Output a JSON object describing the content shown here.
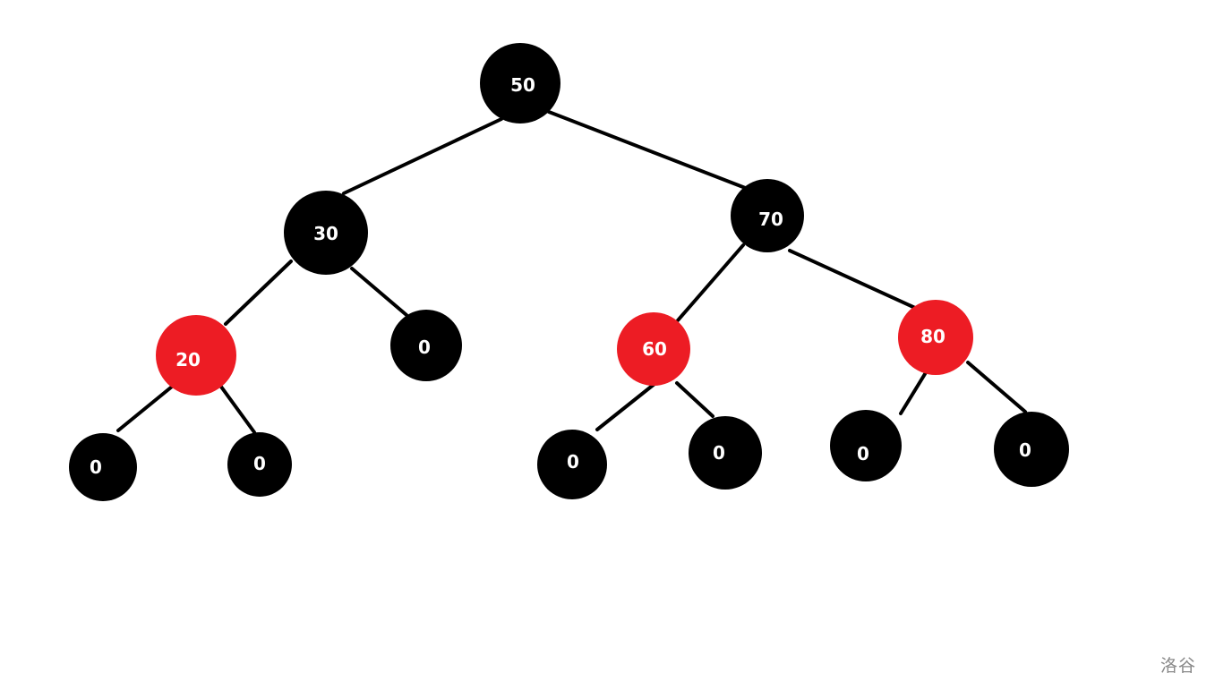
{
  "colors": {
    "black_node": "#000000",
    "red_node": "#ed1c24",
    "edge": "#000000",
    "label": "#ffffff"
  },
  "tree": {
    "nodes": [
      {
        "id": "n50",
        "label": "50",
        "color": "black"
      },
      {
        "id": "n30",
        "label": "30",
        "color": "black"
      },
      {
        "id": "n70",
        "label": "70",
        "color": "black"
      },
      {
        "id": "n20",
        "label": "20",
        "color": "red"
      },
      {
        "id": "n0a",
        "label": "0",
        "color": "black"
      },
      {
        "id": "n60",
        "label": "60",
        "color": "red"
      },
      {
        "id": "n80",
        "label": "80",
        "color": "red"
      },
      {
        "id": "n0b",
        "label": "0",
        "color": "black"
      },
      {
        "id": "n0c",
        "label": "0",
        "color": "black"
      },
      {
        "id": "n0d",
        "label": "0",
        "color": "black"
      },
      {
        "id": "n0e",
        "label": "0",
        "color": "black"
      },
      {
        "id": "n0f",
        "label": "0",
        "color": "black"
      },
      {
        "id": "n0g",
        "label": "0",
        "color": "black"
      }
    ],
    "edges": [
      {
        "from": "n50",
        "to": "n30"
      },
      {
        "from": "n50",
        "to": "n70"
      },
      {
        "from": "n30",
        "to": "n20"
      },
      {
        "from": "n30",
        "to": "n0a"
      },
      {
        "from": "n70",
        "to": "n60"
      },
      {
        "from": "n70",
        "to": "n80"
      },
      {
        "from": "n20",
        "to": "n0b"
      },
      {
        "from": "n20",
        "to": "n0c"
      },
      {
        "from": "n60",
        "to": "n0d"
      },
      {
        "from": "n60",
        "to": "n0e"
      },
      {
        "from": "n80",
        "to": "n0f"
      },
      {
        "from": "n80",
        "to": "n0g"
      }
    ]
  },
  "watermark": "洛谷"
}
